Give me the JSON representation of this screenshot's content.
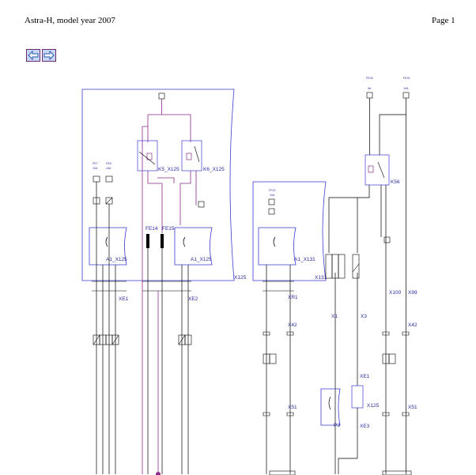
{
  "header": {
    "title": "Astra-H, model year 2007",
    "page": "Page 1"
  },
  "nav": {
    "back_icon": "arrow-left-icon",
    "forward_icon": "arrow-right-icon"
  },
  "colors": {
    "wire_black": "#000000",
    "wire_purple": "#8a2a8a",
    "label_blue": "#2a2aa0",
    "box_blue": "#3a3ad0"
  },
  "labels": {
    "fuse_fe7": "FE7",
    "fuse_fe8": "FE8",
    "amp_10a_1": "10A",
    "amp_10a_2": "10A",
    "relay_k5": "K5_X125",
    "relay_k6": "K6_X125",
    "fe14": "FE14",
    "fe15": "FE15",
    "a1_x125_1": "A1_X125",
    "a1_x125_2": "A1_X125",
    "x125": "X125",
    "xe1_left": "XE1",
    "xe2": "XE2",
    "ff10": "FF10",
    "ff10_amp": "10A",
    "a1_x131": "A1_X131",
    "x131": "X131",
    "xr1": "XR1",
    "x42_left": "X42",
    "x51_left": "X51",
    "fe33": "FE33",
    "fe33_amp": "5A",
    "fe31": "FE31",
    "fe31_amp": "10A",
    "k56": "K56",
    "x1": "X1",
    "x3": "X3",
    "xe1_right": "XE1",
    "x125_right": "X125",
    "xe3": "XE3",
    "p3": "P3",
    "x100": "X100",
    "x99": "X99",
    "x42_right": "X42",
    "x51_right": "X51"
  }
}
